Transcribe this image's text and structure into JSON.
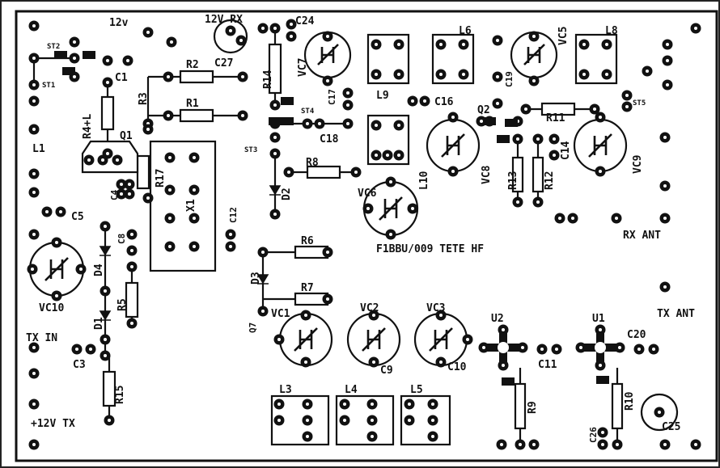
{
  "labels": {
    "v12": "12v",
    "v12rx": "12V RX",
    "c24": "C24",
    "l6": "L6",
    "vc5": "VC5",
    "l8": "L8",
    "st2": "ST2",
    "st1": "ST1",
    "c1": "C1",
    "r2": "R2",
    "c27": "C27",
    "r3": "R3",
    "r14": "R14",
    "vc7": "VC7",
    "c17": "C17",
    "c19": "C19",
    "l9": "L9",
    "c16": "C16",
    "r1": "R1",
    "st4": "ST4",
    "c18": "C18",
    "q2": "Q2",
    "r11": "R11",
    "st5": "ST5",
    "r4l": "R4+L",
    "q1": "Q1",
    "l1": "L1",
    "st3": "ST3",
    "r8": "R8",
    "l10": "L10",
    "vc8": "VC8",
    "r13": "R13",
    "r12": "R12",
    "c14": "C14",
    "vc9": "VC9",
    "r17": "R17",
    "x1": "X1",
    "c4": "C4",
    "d2": "D2",
    "vc6": "VC6",
    "c12": "C12",
    "c5": "C5",
    "rx_ant": "RX ANT",
    "c8": "C8",
    "r6": "R6",
    "title": "F1BBU/009 TETE HF",
    "d4": "D4",
    "d3": "D3",
    "vc10": "VC10",
    "r5": "R5",
    "r7": "R7",
    "d1": "D1",
    "q7": "Q7",
    "vc1": "VC1",
    "vc2": "VC2",
    "vc3": "VC3",
    "u2": "U2",
    "u1": "U1",
    "tx_ant": "TX ANT",
    "tx_in": "TX IN",
    "c3": "C3",
    "c20": "C20",
    "c9": "C9",
    "c10": "C10",
    "c11": "C11",
    "r15": "R15",
    "l3": "L3",
    "l4": "L4",
    "l5": "L5",
    "r9": "R9",
    "r10": "R10",
    "c25": "C25",
    "c26": "C26",
    "v12tx": "+12V TX"
  }
}
